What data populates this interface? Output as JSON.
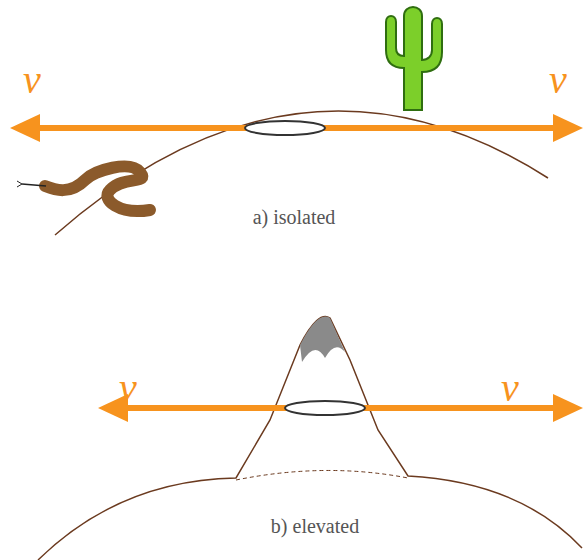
{
  "diagram": {
    "labels": [
      "ν",
      "ν",
      "a) isolated",
      "ν",
      "ν",
      "b) elevated"
    ]
  }
}
